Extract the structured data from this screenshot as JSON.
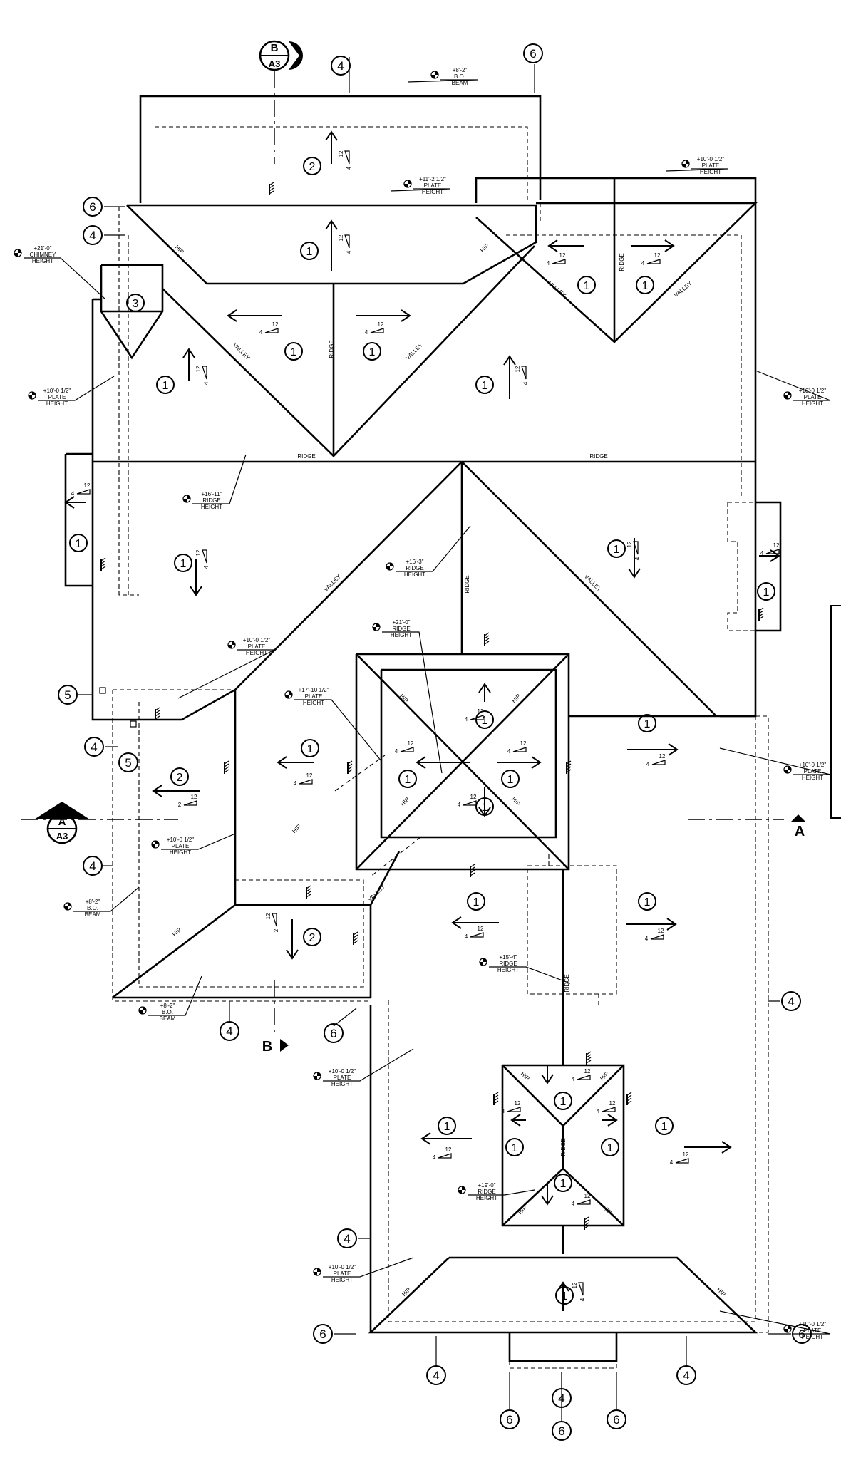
{
  "drawing": {
    "colors": {
      "ink": "#000000",
      "paper": "#ffffff"
    },
    "line_labels": {
      "ridge": "RIDGE",
      "valley": "VALLEY",
      "hip": "HIP"
    },
    "keynotes": [
      "1",
      "2",
      "3",
      "4",
      "5",
      "6"
    ],
    "slope_values": {
      "rise_4": "4",
      "rise_2": "2",
      "run_12": "12"
    },
    "sections": {
      "a_letter": "A",
      "b_letter": "B",
      "sheet": "A3"
    },
    "elevations": {
      "bo_beam_8_2": [
        "+8'-2\"",
        "B.O.",
        "BEAM"
      ],
      "plate_10_0_half": [
        "+10'-0 1/2\"",
        "PLATE",
        "HEIGHT"
      ],
      "plate_11_2_half": [
        "+11'-2 1/2\"",
        "PLATE",
        "HEIGHT"
      ],
      "chimney_21_0": [
        "+21'-0\"",
        "CHIMNEY",
        "HEIGHT"
      ],
      "ridge_16_11": [
        "+16'-11\"",
        "RIDGE",
        "HEIGHT"
      ],
      "ridge_16_3": [
        "+16'-3\"",
        "RIDGE",
        "HEIGHT"
      ],
      "ridge_21_0": [
        "+21'-0\"",
        "RIDGE",
        "HEIGHT"
      ],
      "plate_17_10_half": [
        "+17'-10 1/2\"",
        "PLATE",
        "HEIGHT"
      ],
      "ridge_15_4": [
        "+15'-4\"",
        "RIDGE",
        "HEIGHT"
      ],
      "ridge_19_0": [
        "+19'-0\"",
        "RIDGE",
        "HEIGHT"
      ]
    }
  }
}
